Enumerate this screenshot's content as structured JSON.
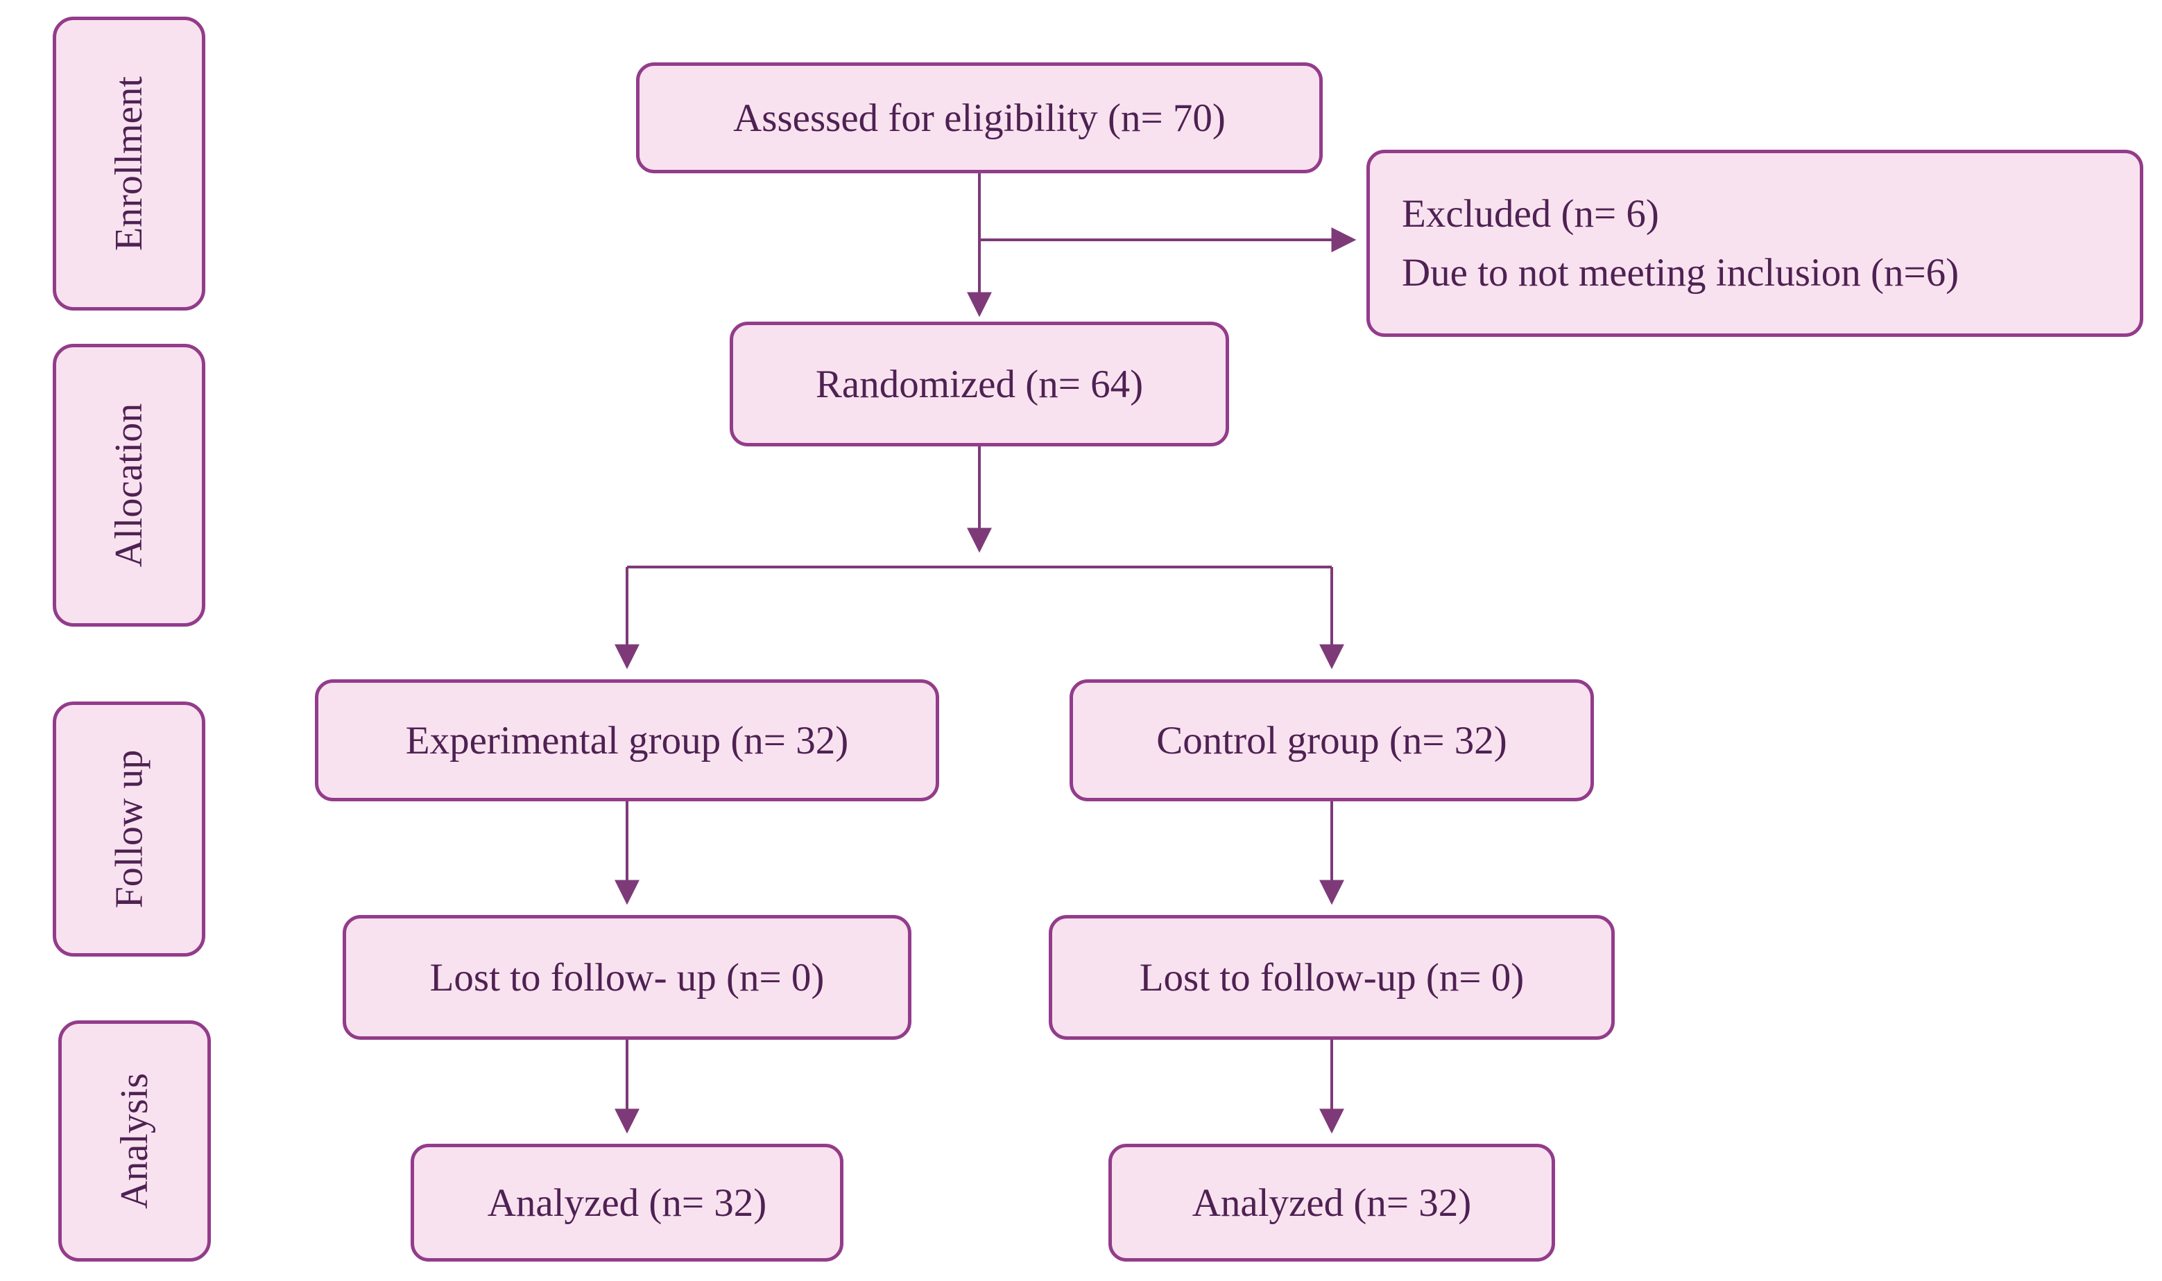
{
  "stages": {
    "enrollment": "Enrollment",
    "allocation": "Allocation",
    "follow_up": "Follow up",
    "analysis": "Analysis"
  },
  "nodes": {
    "assessed": "Assessed for eligibility (n= 70)",
    "excluded": {
      "line1": "Excluded (n= 6)",
      "line2": "Due to not meeting inclusion (n=6)"
    },
    "randomized": "Randomized (n= 64)",
    "experimental": "Experimental group (n= 32)",
    "control": "Control group (n= 32)",
    "lost_experimental": "Lost to follow- up (n= 0)",
    "lost_control": "Lost to follow-up (n= 0)",
    "analyzed_experimental": "Analyzed (n= 32)",
    "analyzed_control": "Analyzed (n= 32)"
  },
  "colors": {
    "box_fill": "#f9e2ef",
    "box_border": "#933c8b",
    "text_color": "#4e2153",
    "arrow_color": "#7e3a78"
  }
}
